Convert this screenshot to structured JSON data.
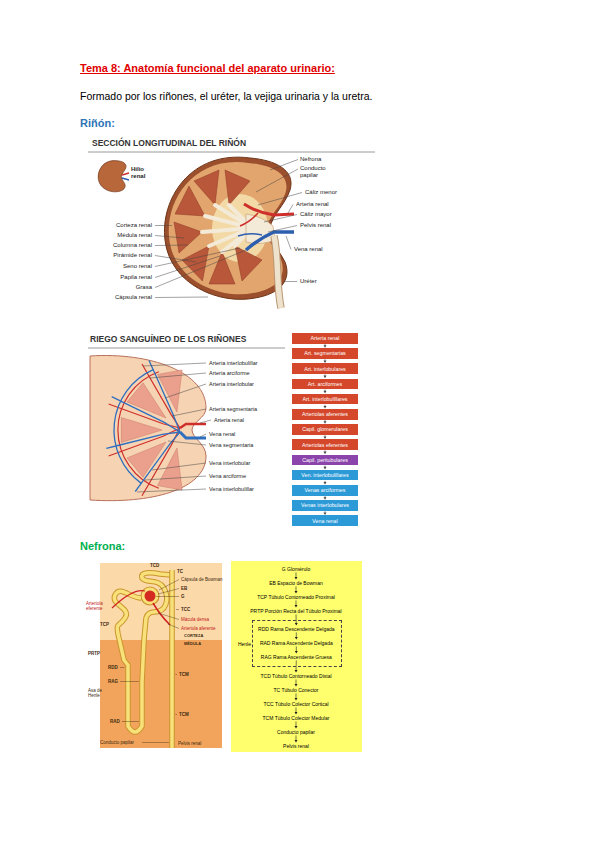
{
  "diagram": {
    "title": "Tema 8: Anatomía funcional del aparato urinario:",
    "nodes": [
      {
        "text": [
          "Arteria renal"
        ]
      },
      {
        "text": [
          "Art. segmentarias"
        ]
      },
      {
        "text": [
          "Art. interlobulares"
        ]
      },
      {
        "text": [
          "Art. arciformes"
        ]
      },
      {
        "text": [
          "Art. interlobulillares"
        ]
      },
      {
        "text": [
          "Arteriolas aferentes"
        ]
      },
      {
        "text": [
          "Capil. glomerulares"
        ]
      },
      {
        "text": [
          "Arteriolas eferentes"
        ]
      },
      {
        "text": [
          "Capil. peritubulares"
        ]
      },
      {
        "text": [
          "Ven. interlobulillares"
        ]
      },
      {
        "text": [
          "Venas arciformes"
        ]
      },
      {
        "text": [
          "Venas interlobulares"
        ]
      },
      {
        "text": [
          "Vena renal"
        ]
      },
      {
        "text": [
          "G Glomérulo"
        ]
      },
      {
        "text": [
          "EB Espacio de Bowman"
        ]
      },
      {
        "text": [
          "TCP Túbulo Contorneado Proximal"
        ]
      },
      {
        "text": [
          "PRTP Porción Recta del Túbulo Proximal"
        ]
      },
      {
        "text": [
          "Henle"
        ]
      },
      {
        "text": [
          "RDD Rama Descendente Delgada"
        ],
        "in": 17
      },
      {
        "text": [
          "RAD Rama Ascendente Delgada"
        ],
        "in": 17
      },
      {
        "text": [
          "RAG Rama Ascendente Gruesa"
        ],
        "in": 17
      },
      {
        "text": [
          "TCD Túbulo Contorneado Distal"
        ]
      },
      {
        "text": [
          "TC Túbulo Conector"
        ]
      },
      {
        "text": [
          "TCC Túbulo Colector Cortical"
        ]
      },
      {
        "text": [
          "TCM Túbulo Colector Medular"
        ]
      },
      {
        "text": [
          "Conducto papilar"
        ]
      },
      {
        "text": [
          "Pelvis renal"
        ]
      }
    ],
    "edges": [
      {
        "from": 0,
        "to": 1,
        "arrow": "to"
      },
      {
        "from": 1,
        "to": 2,
        "arrow": "to"
      },
      {
        "from": 2,
        "to": 3,
        "arrow": "to"
      },
      {
        "from": 3,
        "to": 4,
        "arrow": "to"
      },
      {
        "from": 4,
        "to": 5,
        "arrow": "to"
      },
      {
        "from": 5,
        "to": 6,
        "arrow": "to"
      },
      {
        "from": 6,
        "to": 7,
        "arrow": "to"
      },
      {
        "from": 7,
        "to": 8,
        "arrow": "to"
      },
      {
        "from": 8,
        "to": 9,
        "arrow": "to"
      },
      {
        "from": 9,
        "to": 10,
        "arrow": "to"
      },
      {
        "from": 10,
        "to": 11,
        "arrow": "to"
      },
      {
        "from": 11,
        "to": 12,
        "arrow": "to"
      },
      {
        "from": 13,
        "to": 14,
        "arrow": "to"
      },
      {
        "from": 14,
        "to": 15,
        "arrow": "to"
      },
      {
        "from": 15,
        "to": 16,
        "arrow": "to"
      },
      {
        "from": 16,
        "to": 18,
        "arrow": "to"
      },
      {
        "from": 18,
        "to": 19,
        "arrow": "to"
      },
      {
        "from": 19,
        "to": 20,
        "arrow": "to"
      },
      {
        "from": 20,
        "to": 21,
        "arrow": "to"
      },
      {
        "from": 21,
        "to": 22,
        "arrow": "to"
      },
      {
        "from": 22,
        "to": 23,
        "arrow": "to"
      },
      {
        "from": 23,
        "to": 24,
        "arrow": "to"
      },
      {
        "from": 24,
        "to": 25,
        "arrow": "to"
      },
      {
        "from": 25,
        "to": 26,
        "arrow": "to"
      }
    ],
    "labels": [
      "Formado por los riñones, el uréter, la vejiga urinaria y la uretra.",
      "Riñón:",
      "SECCIÓN LONGITUDINAL DEL RIÑÓN",
      "Hilio renal",
      "Nefrona",
      "Conducto papilar",
      "Cáliz menor",
      "Arteria renal",
      "Cáliz mayor",
      "Pelvis renal",
      "Vena renal",
      "Uréter",
      "Corteza renal",
      "Médula renal",
      "Columna renal",
      "Pirámide renal",
      "Seno renal",
      "Papila renal",
      "Grasa",
      "Cápsula renal",
      "RIEGO SANGUÍNEO DE LOS RIÑONES",
      "Arteria interlobulillar",
      "Arteria arciforme",
      "Arteria interlobular",
      "Arteria segmentaria",
      "Arteria renal",
      "Vena renal",
      "Vena segmentaria",
      "Vena interlobular",
      "Vena arciforme",
      "Vena interlobulillar",
      "Nefrona:",
      "TCD",
      "TC",
      "Cápsula de Bowman",
      "EB",
      "G",
      "TCC",
      "Arteriola eferente",
      "Mácula densa",
      "Arteriola aferente",
      "CORTEZA",
      "MÉDULA",
      "TCP",
      "PRTP",
      "RDD",
      "RAG",
      "Asa de Henle",
      "TCM",
      "RAD",
      "TCM",
      "Conducto papilar",
      "Pelvis renal"
    ]
  }
}
